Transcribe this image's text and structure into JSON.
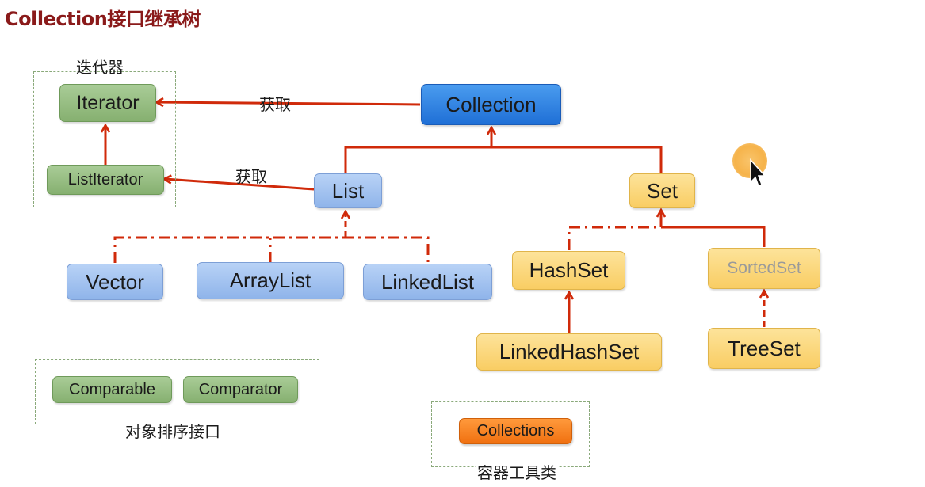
{
  "title": "Collection接口继承树",
  "nodes": {
    "collection": "Collection",
    "iterator": "Iterator",
    "list_iterator": "ListIterator",
    "list": "List",
    "set": "Set",
    "vector": "Vector",
    "array_list": "ArrayList",
    "linked_list": "LinkedList",
    "hash_set": "HashSet",
    "sorted_set": "SortedSet",
    "linked_hash_set": "LinkedHashSet",
    "tree_set": "TreeSet",
    "comparable": "Comparable",
    "comparator": "Comparator",
    "collections": "Collections"
  },
  "labels": {
    "iterator_group": "迭代器",
    "obtain_1": "获取",
    "obtain_2": "获取",
    "sort_interfaces": "对象排序接口",
    "container_tools": "容器工具类"
  },
  "colors": {
    "arrow": "#d02a0a",
    "title": "#8a1a1a",
    "frame": "#8aa97a"
  }
}
